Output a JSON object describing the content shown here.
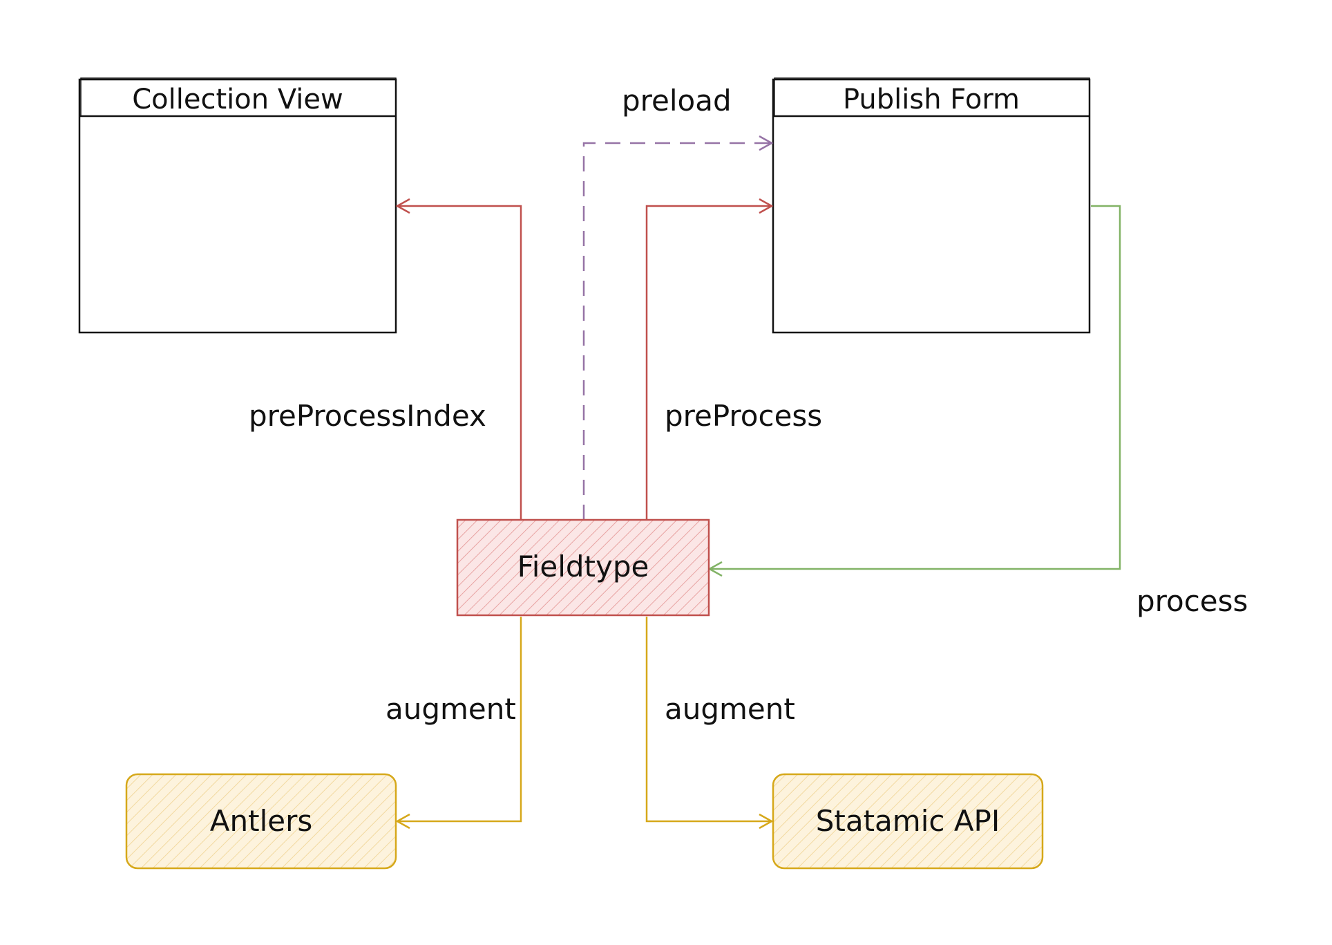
{
  "windows": {
    "collection_view": {
      "title": "Collection View"
    },
    "publish_form": {
      "title": "Publish Form"
    }
  },
  "nodes": {
    "fieldtype": {
      "label": "Fieldtype"
    },
    "antlers": {
      "label": "Antlers"
    },
    "statamic_api": {
      "label": "Statamic API"
    }
  },
  "edges": {
    "preload": {
      "label": "preload"
    },
    "preprocess_index": {
      "label": "preProcessIndex"
    },
    "preprocess": {
      "label": "preProcess"
    },
    "process": {
      "label": "process"
    },
    "augment_left": {
      "label": "augment"
    },
    "augment_right": {
      "label": "augment"
    }
  },
  "colors": {
    "red": "#c0504d",
    "purple": "#9673a6",
    "green": "#82b366",
    "yellow": "#d6a81a",
    "black": "#111111"
  }
}
